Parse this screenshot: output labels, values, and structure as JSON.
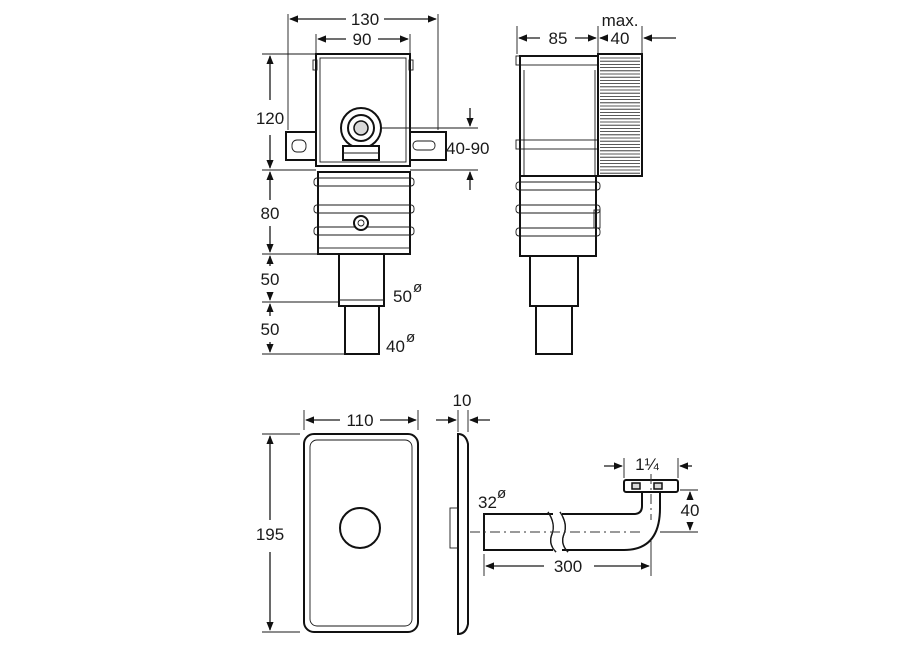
{
  "views": {
    "front": {
      "dim_width_outer": "130",
      "dim_width_inner": "90",
      "dim_height_box": "120",
      "dim_height_mid": "80",
      "dim_height_pipe1": "50",
      "dim_height_pipe2": "50",
      "dim_range": "40-90",
      "dim_dia_upper": "50",
      "dim_dia_lower": "40",
      "diameter_symbol": "ø"
    },
    "side": {
      "dim_depth": "85",
      "dim_max_label": "max.",
      "dim_max_value": "40"
    },
    "cover": {
      "dim_width": "110",
      "dim_height": "195",
      "dim_thickness": "10"
    },
    "pipe": {
      "dim_diameter": "32",
      "diameter_symbol": "ø",
      "dim_length": "300",
      "dim_thread": "1¼",
      "dim_height": "40"
    }
  }
}
